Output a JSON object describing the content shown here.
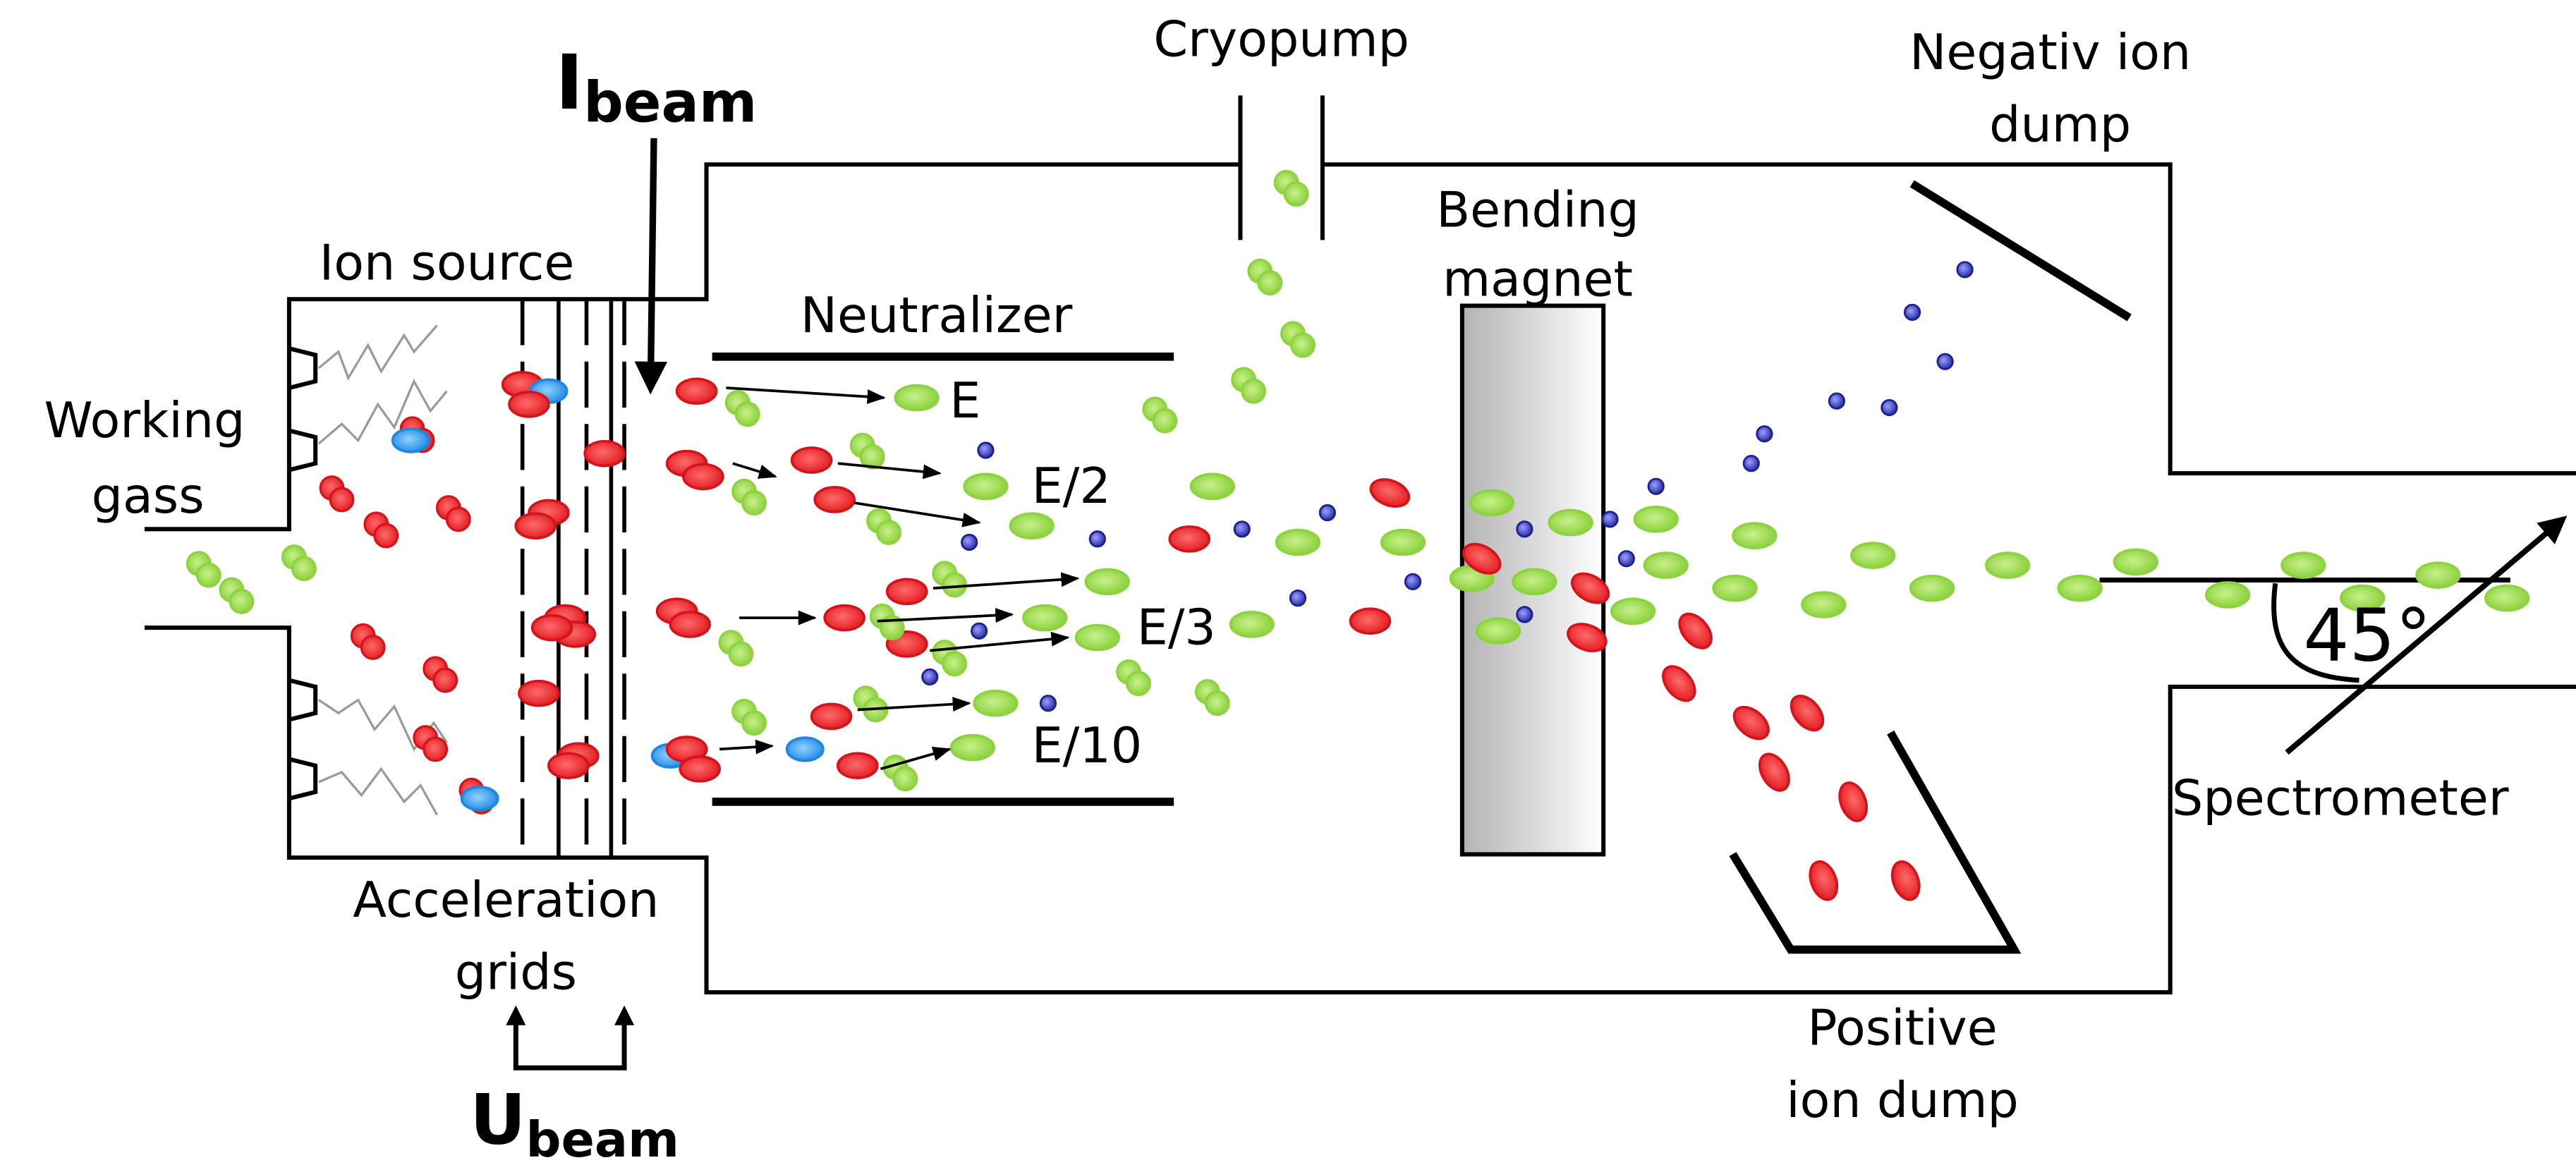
{
  "diagram": {
    "labels": {
      "cryopump": "Cryopump",
      "negative_ion_dump_line1": "Negativ ion",
      "negative_ion_dump_line2": "dump",
      "ion_source": "Ion source",
      "neutralizer": "Neutralizer",
      "bending_magnet_line1": "Bending",
      "bending_magnet_line2": "magnet",
      "working_gas_line1": "Working",
      "working_gas_line2": "gass",
      "acceleration_grids_line1": "Acceleration",
      "acceleration_grids_line2": "grids",
      "positive_ion_dump_line1": "Positive",
      "positive_ion_dump_line2": "ion dump",
      "spectrometer": "Spectrometer",
      "angle": "45°",
      "i_beam_symbol": "I",
      "i_beam_subscript": "beam",
      "u_beam_symbol": "U",
      "u_beam_subscript": "beam"
    },
    "energy_labels": [
      "E",
      "E/2",
      "E/3",
      "E/10"
    ],
    "colors": {
      "positive_ion": "#e8242a",
      "neutral_atom": "#8dd33f",
      "negative_ion": "#2b32a8",
      "electron": "#2a8fe6",
      "outline": "#000000",
      "magnet_fill_dark": "#b3b3b3",
      "magnet_fill_light": "#ffffff"
    }
  }
}
